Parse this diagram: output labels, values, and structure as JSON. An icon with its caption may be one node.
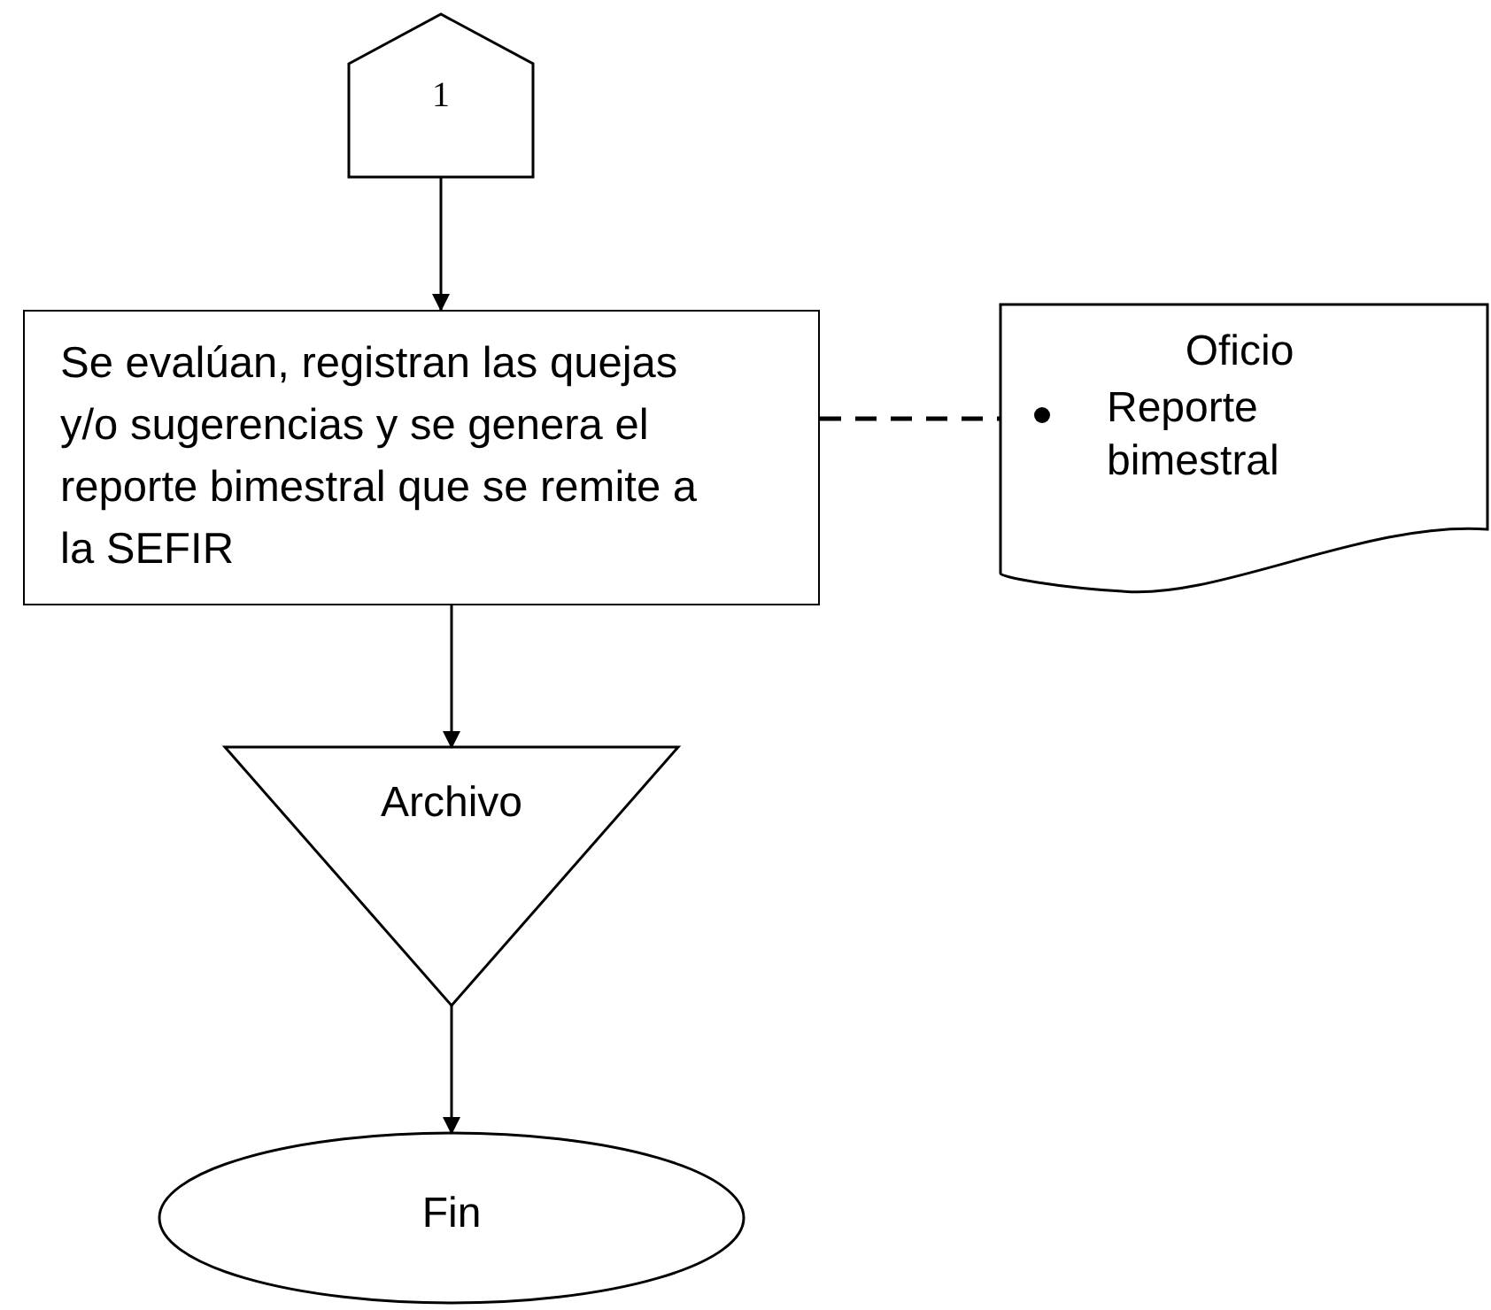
{
  "diagram": {
    "nodes": [
      {
        "text": [
          "1"
        ]
      },
      {
        "text": [
          "Se evalúan, registran las quejas y/o sugerencias y se genera el reporte bimestral que se remite a la SEFIR"
        ]
      },
      {
        "text": [
          "Oficio",
          "Reporte bimestral"
        ]
      },
      {
        "text": [
          "Archivo"
        ]
      },
      {
        "text": [
          "Fin"
        ]
      }
    ],
    "edges": [
      {
        "from": 0,
        "to": 1,
        "arrow": "to"
      },
      {
        "from": 1,
        "to": 2,
        "arrow": "none",
        "style": "dashed"
      },
      {
        "from": 1,
        "to": 3,
        "arrow": "to"
      },
      {
        "from": 3,
        "to": 4,
        "arrow": "to"
      }
    ]
  }
}
